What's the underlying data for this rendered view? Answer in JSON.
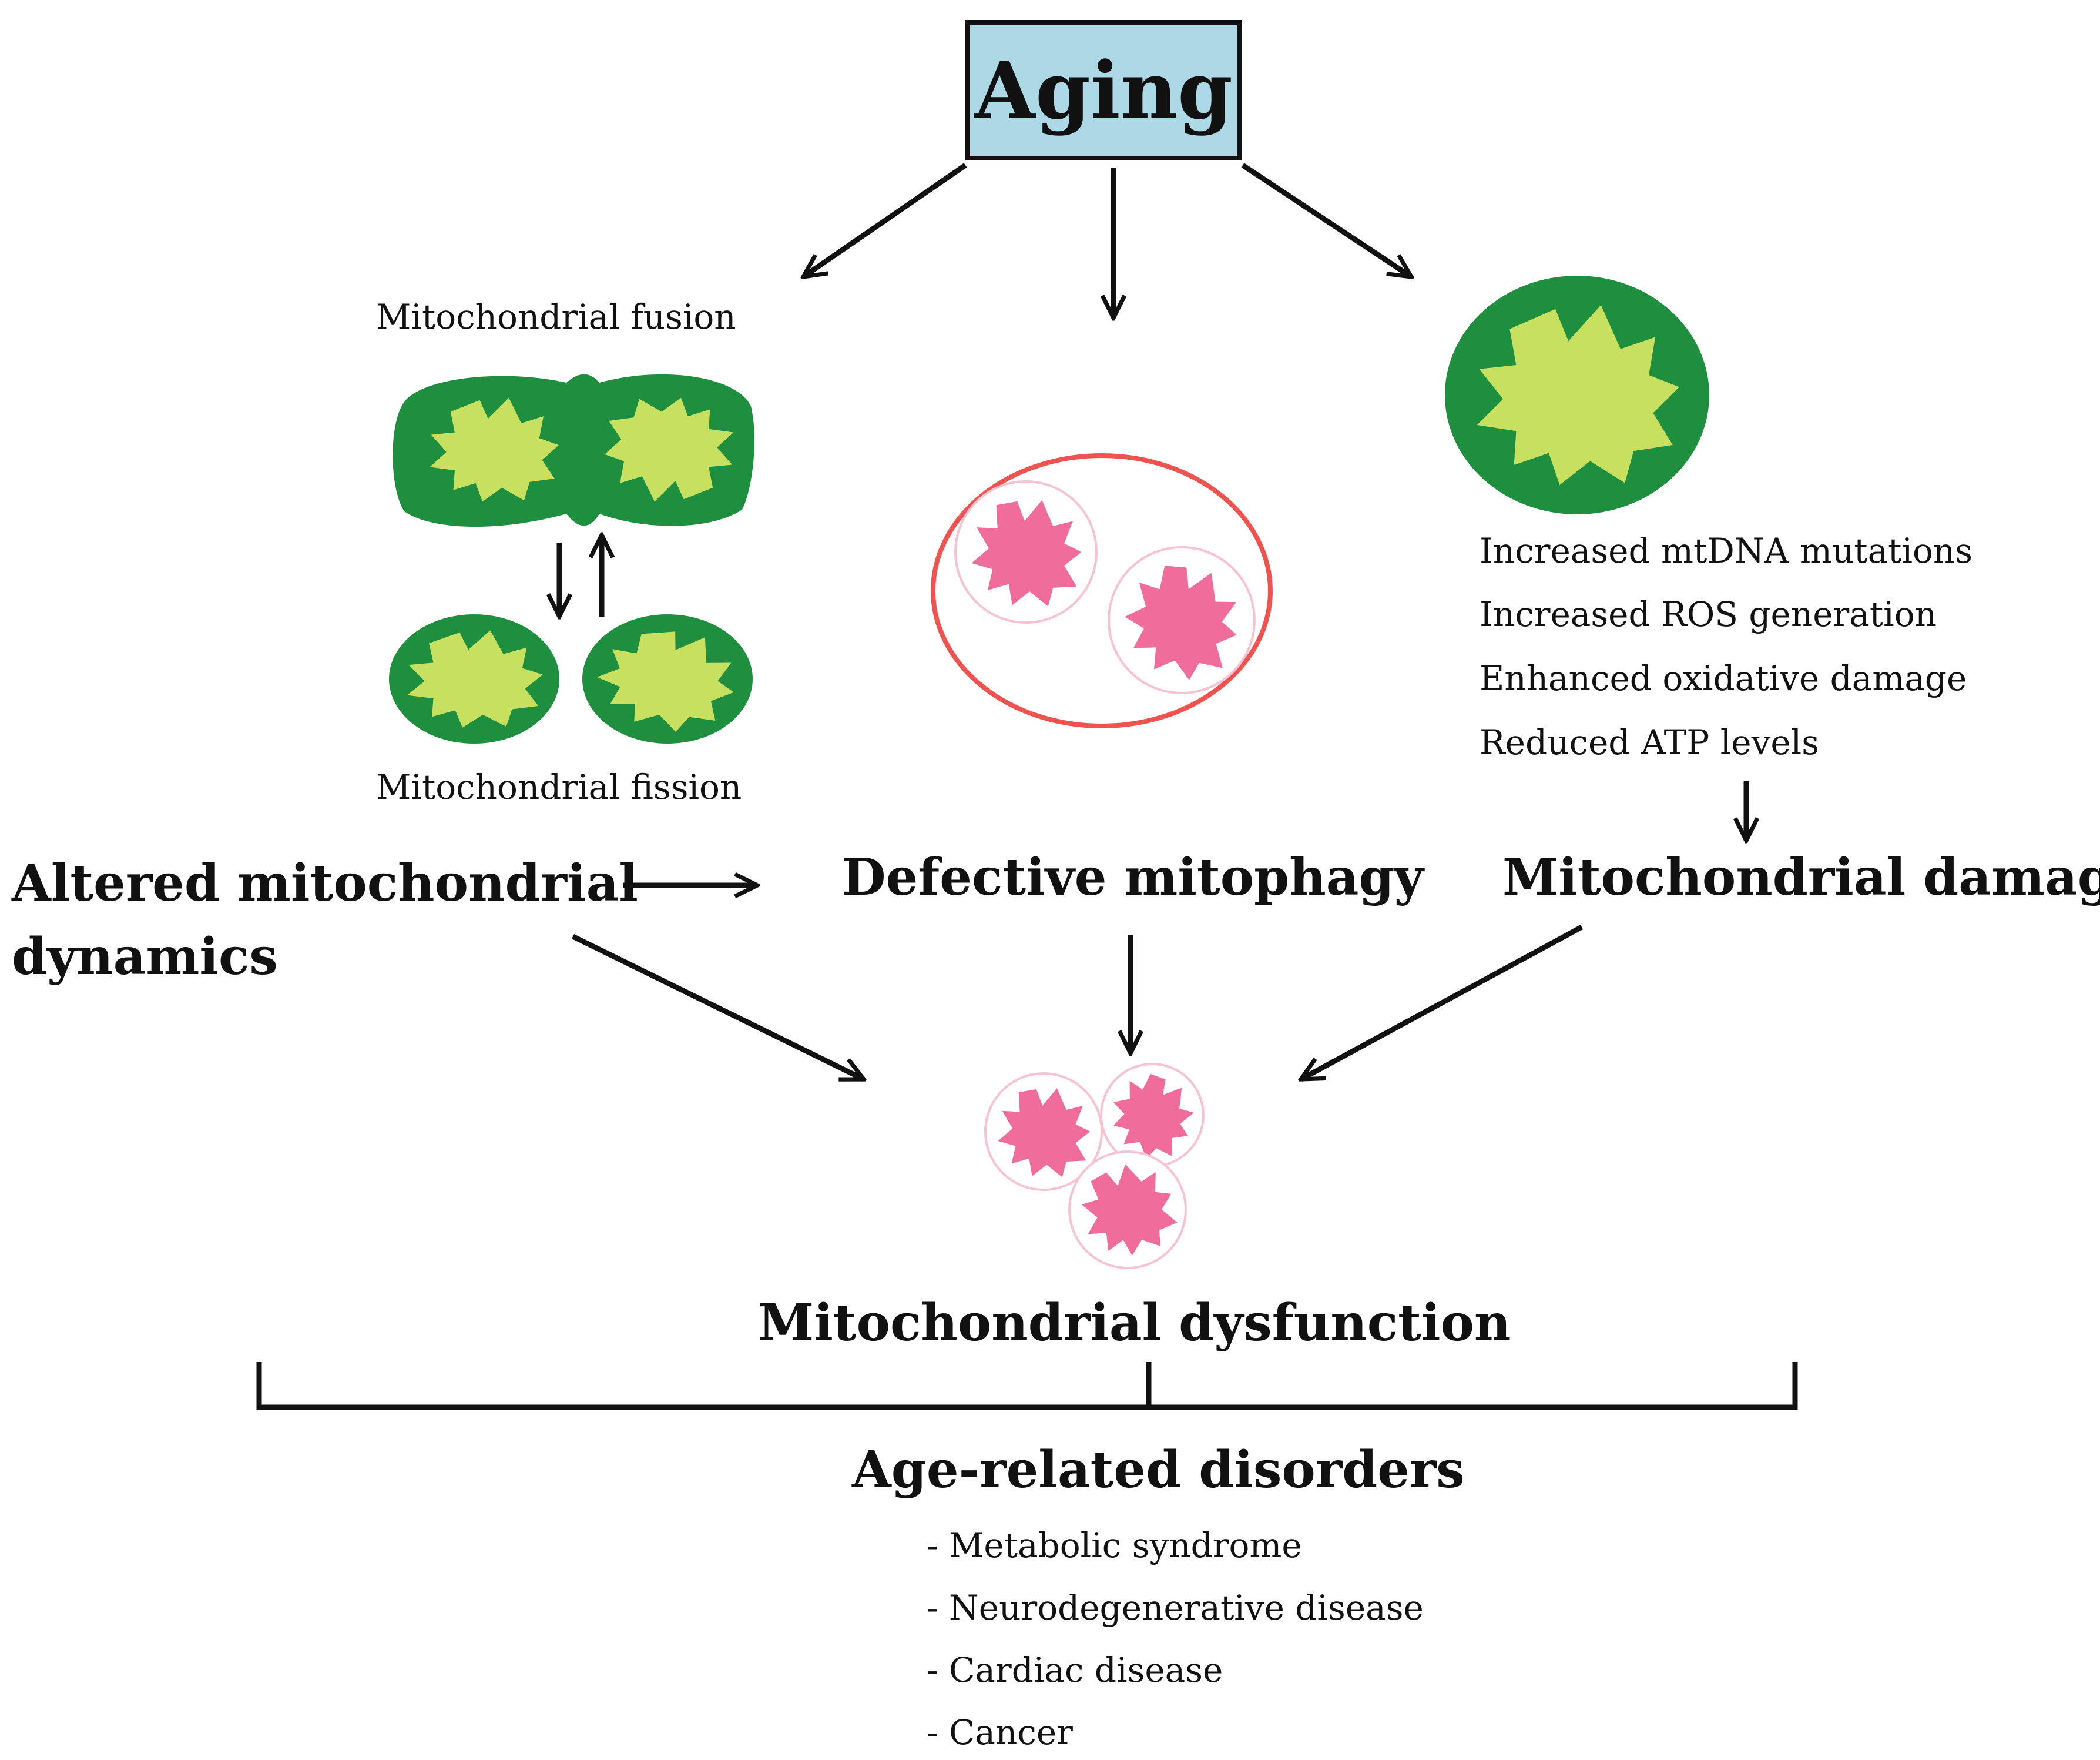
{
  "top_node": {
    "label": "Aging",
    "fill": "#add8e6"
  },
  "branches": {
    "dynamics": {
      "fusion_label": "Mitochondrial fusion",
      "fission_label": "Mitochondrial fission",
      "title_line1": "Altered mitochondrial",
      "title_line2": "dynamics"
    },
    "mitophagy": {
      "title": "Defective mitophagy",
      "autophagosome_color": "#ef5350"
    },
    "damage": {
      "effects": [
        "Increased mtDNA mutations",
        "Increased ROS generation",
        "Enhanced oxidative damage",
        "Reduced ATP levels"
      ],
      "title": "Mitochondrial damage"
    }
  },
  "outcome": {
    "title": "Mitochondrial dysfunction"
  },
  "disorders": {
    "title": "Age-related disorders",
    "items": [
      "- Metabolic syndrome",
      "- Neurodegenerative disease",
      "- Cardiac disease",
      "- Cancer"
    ]
  },
  "colors": {
    "healthy_membrane": "#1e8f3e",
    "healthy_matrix": "#c8e060",
    "damaged_matrix": "#f06c9b",
    "arrows": "#111111"
  }
}
